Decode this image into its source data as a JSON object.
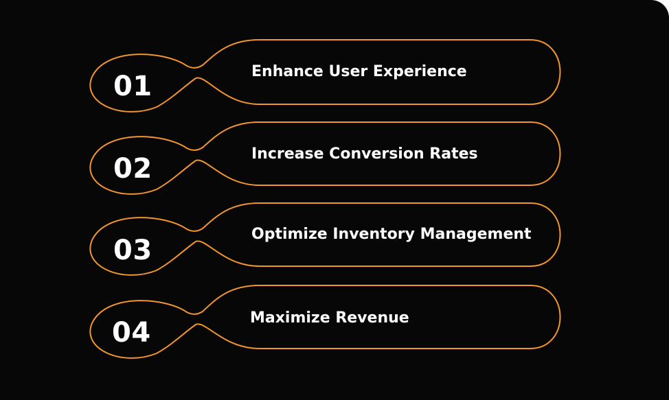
{
  "theme": {
    "background": "#070707",
    "accent": "#F3962B",
    "text": "#FFFFFF"
  },
  "steps": [
    {
      "number": "01",
      "label": "Enhance User Experience"
    },
    {
      "number": "02",
      "label": "Increase Conversion Rates"
    },
    {
      "number": "03",
      "label": "Optimize Inventory Management"
    },
    {
      "number": "04",
      "label": "Maximize Revenue"
    }
  ]
}
